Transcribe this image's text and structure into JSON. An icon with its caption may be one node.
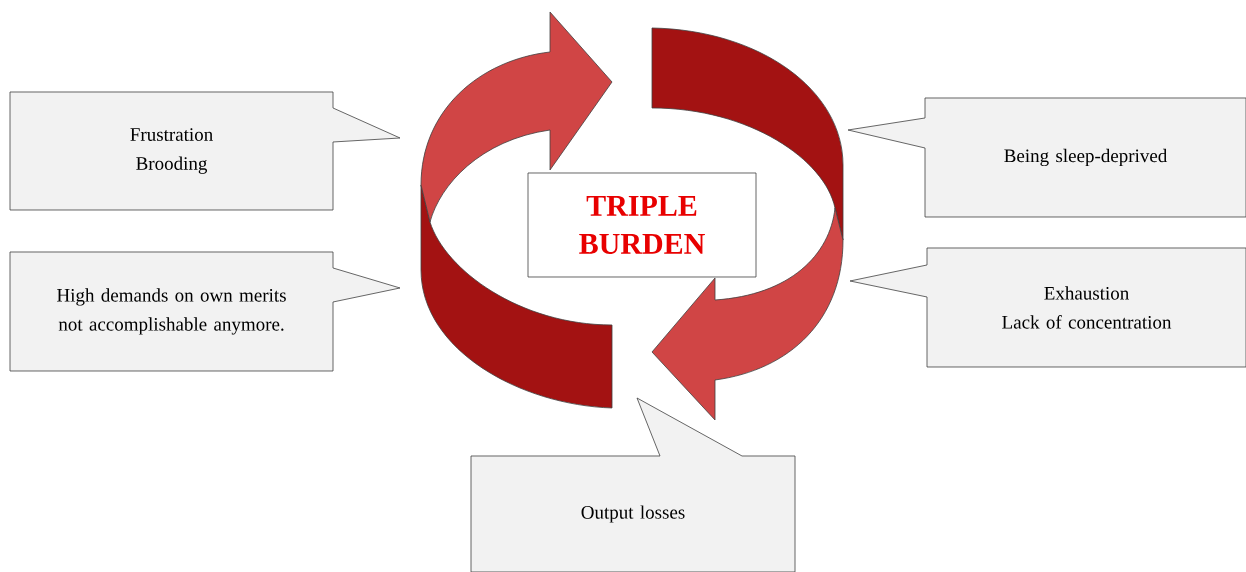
{
  "diagram": {
    "nodes": [
      {
        "text": [
          "Frustration",
          "Brooding"
        ]
      },
      {
        "text": [
          "Being sleep-deprived"
        ]
      },
      {
        "text": [
          "TRIPLE BURDEN"
        ]
      },
      {
        "text": [
          "High demands on own merits not accomplishable anymore."
        ]
      },
      {
        "text": [
          "Exhaustion",
          "Lack of concentration"
        ]
      },
      {
        "text": [
          "Output losses"
        ]
      }
    ]
  }
}
